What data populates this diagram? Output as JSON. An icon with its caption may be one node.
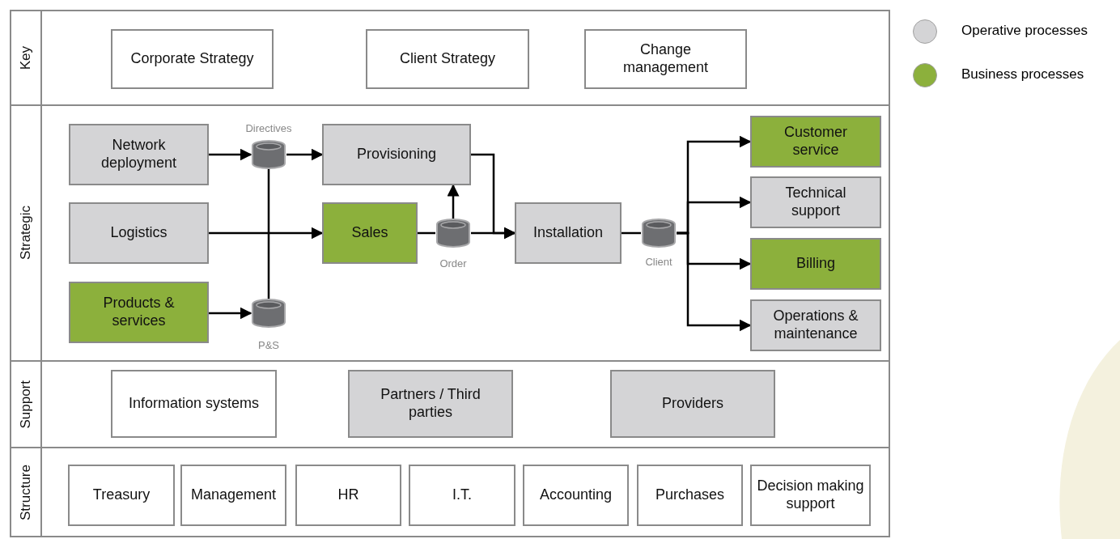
{
  "diagram": {
    "nodes": [
      {
        "text": [
          "Key"
        ]
      },
      {
        "text": [
          "Corporate Strategy"
        ],
        "in": 0
      },
      {
        "text": [
          "Client Strategy"
        ],
        "in": 0
      },
      {
        "text": [
          "Change management"
        ],
        "in": 0
      },
      {
        "text": [
          "Strategic"
        ]
      },
      {
        "text": [
          "Network deployment"
        ],
        "in": 4
      },
      {
        "text": [
          "Logistics"
        ],
        "in": 4
      },
      {
        "text": [
          "Products & services"
        ],
        "in": 4
      },
      {
        "text": [],
        "shape": "cylinder",
        "in": 4,
        "beside": [
          "Directives"
        ]
      },
      {
        "text": [],
        "shape": "cylinder",
        "in": 4,
        "beside": [
          "P&S"
        ]
      },
      {
        "text": [
          "Provisioning"
        ],
        "in": 4
      },
      {
        "text": [
          "Sales"
        ],
        "in": 4
      },
      {
        "text": [],
        "shape": "cylinder",
        "in": 4,
        "beside": [
          "Order"
        ]
      },
      {
        "text": [
          "Installation"
        ],
        "in": 4
      },
      {
        "text": [],
        "shape": "cylinder",
        "in": 4,
        "beside": [
          "Client"
        ]
      },
      {
        "text": [
          "Customer service"
        ],
        "in": 4
      },
      {
        "text": [
          "Technical support"
        ],
        "in": 4
      },
      {
        "text": [
          "Billing"
        ],
        "in": 4
      },
      {
        "text": [
          "Operations & maintenance"
        ],
        "in": 4
      },
      {
        "text": [
          "Support"
        ]
      },
      {
        "text": [
          "Information systems"
        ],
        "in": 19
      },
      {
        "text": [
          "Partners / Third parties"
        ],
        "in": 19
      },
      {
        "text": [
          "Providers"
        ],
        "in": 19
      },
      {
        "text": [
          "Structure"
        ]
      },
      {
        "text": [
          "Treasury"
        ],
        "in": 23
      },
      {
        "text": [
          "Management"
        ],
        "in": 23
      },
      {
        "text": [
          "HR"
        ],
        "in": 23
      },
      {
        "text": [
          "I.T."
        ],
        "in": 23
      },
      {
        "text": [
          "Accounting"
        ],
        "in": 23
      },
      {
        "text": [
          "Purchases"
        ],
        "in": 23
      },
      {
        "text": [
          "Decision making support"
        ],
        "in": 23
      }
    ],
    "edges": [
      {
        "from": 5,
        "to": 8,
        "arrow": "to"
      },
      {
        "from": 8,
        "to": 10,
        "arrow": "to"
      },
      {
        "from": 7,
        "to": 9,
        "arrow": "to"
      },
      {
        "from": 6,
        "to": 11,
        "arrow": "to"
      },
      {
        "from": 9,
        "to": 8,
        "arrow": "none"
      },
      {
        "from": 11,
        "to": 12,
        "arrow": "none"
      },
      {
        "from": 12,
        "to": 10,
        "arrow": "to"
      },
      {
        "from": 12,
        "to": 13,
        "arrow": "to"
      },
      {
        "from": 10,
        "to": 13,
        "arrow": "to"
      },
      {
        "from": 13,
        "to": 14,
        "arrow": "none"
      },
      {
        "from": 14,
        "to": 15,
        "arrow": "to"
      },
      {
        "from": 14,
        "to": 16,
        "arrow": "to"
      },
      {
        "from": 14,
        "to": 17,
        "arrow": "to"
      },
      {
        "from": 14,
        "to": 18,
        "arrow": "to"
      }
    ],
    "legend": [
      {
        "text": "Operative processes",
        "color": "#d4d4d6"
      },
      {
        "text": "Business processes",
        "color": "#8cb03c"
      }
    ]
  }
}
